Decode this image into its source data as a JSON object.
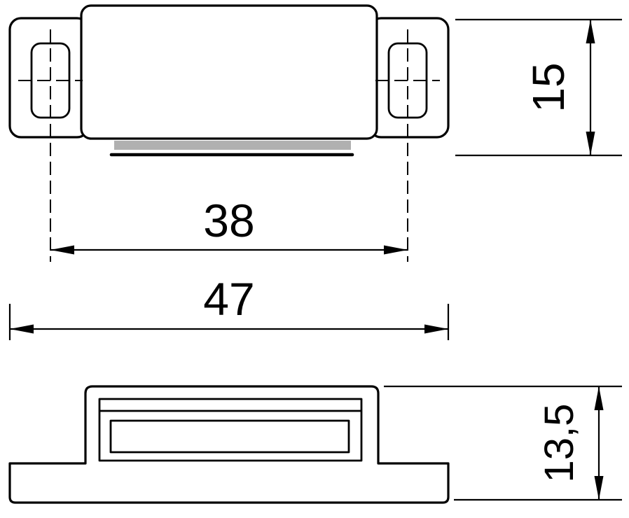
{
  "dimensions": {
    "slot_spacing": "38",
    "overall_width": "47",
    "front_height": "15",
    "side_height": "13,5"
  },
  "colors": {
    "line": "#000000",
    "magnet": "#b0b0b0",
    "background": "#ffffff"
  }
}
